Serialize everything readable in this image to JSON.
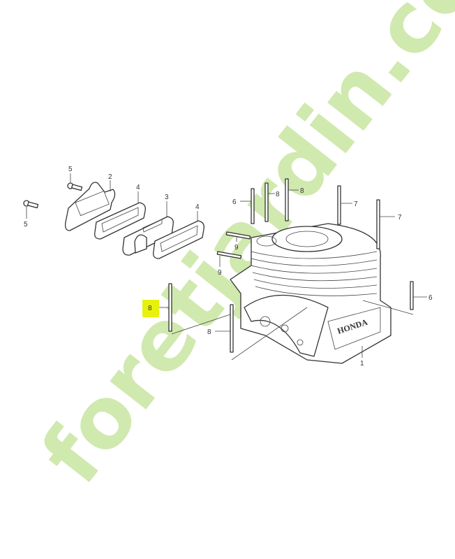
{
  "diagram": {
    "brand_marking": "HONDA",
    "highlight_color": "#e6f20a",
    "callouts": [
      {
        "id": "c1",
        "label": "5"
      },
      {
        "id": "c2",
        "label": "2"
      },
      {
        "id": "c3",
        "label": "4"
      },
      {
        "id": "c4",
        "label": "3"
      },
      {
        "id": "c5",
        "label": "4"
      },
      {
        "id": "c6",
        "label": "5"
      },
      {
        "id": "c7",
        "label": "6"
      },
      {
        "id": "c8",
        "label": "8"
      },
      {
        "id": "c9",
        "label": "8"
      },
      {
        "id": "c10",
        "label": "7"
      },
      {
        "id": "c11",
        "label": "7"
      },
      {
        "id": "c12",
        "label": "9"
      },
      {
        "id": "c13",
        "label": "9"
      },
      {
        "id": "c14",
        "label": "8",
        "highlighted": true
      },
      {
        "id": "c15",
        "label": "8"
      },
      {
        "id": "c16",
        "label": "6"
      },
      {
        "id": "c17",
        "label": "1"
      }
    ]
  },
  "watermark": {
    "text": "foretjardin.com",
    "colors": {
      "green": "#c8e6a0",
      "orange": "#f5c98a",
      "grey": "#cfc8c0"
    }
  }
}
